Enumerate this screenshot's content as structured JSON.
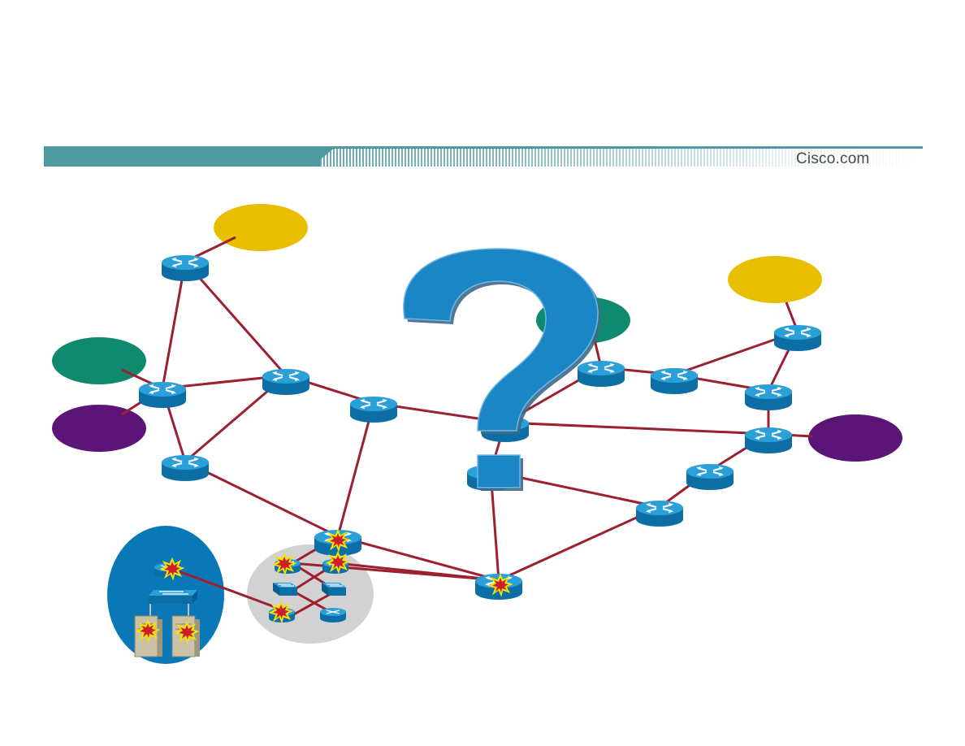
{
  "brand": {
    "text": "Cisco.com"
  },
  "colors": {
    "teal_band": "#4f9aa0",
    "link": "#9b2030",
    "router_blue": "#1c8ec9",
    "question_blue": "#1a86c6",
    "yellow_cloud": "#e8bf00",
    "green_cloud": "#0f8a6e",
    "purple_cloud": "#5b1577",
    "data_center_bg": "#0a78b6",
    "cluster_bg": "#d2d2d2",
    "attack_burst": "#cc1f2a"
  },
  "icons": {
    "router": "router-icon",
    "switch": "switch-icon",
    "server": "server-icon",
    "attack": "attack-burst-icon",
    "question": "question-mark-icon"
  },
  "nodes": [
    {
      "id": "r_top",
      "type": "router"
    },
    {
      "id": "r_left",
      "type": "router"
    },
    {
      "id": "r_center_left",
      "type": "router"
    },
    {
      "id": "r_bottom_left",
      "type": "router"
    },
    {
      "id": "r_mid",
      "type": "router"
    },
    {
      "id": "r_core",
      "type": "router"
    },
    {
      "id": "r_behind_q",
      "type": "router"
    },
    {
      "id": "r_green_right",
      "type": "router"
    },
    {
      "id": "r_right_mid",
      "type": "router"
    },
    {
      "id": "r_far_right_top",
      "type": "router"
    },
    {
      "id": "r_far_right_mid",
      "type": "router"
    },
    {
      "id": "r_far_right",
      "type": "router"
    },
    {
      "id": "r_right_low",
      "type": "router"
    },
    {
      "id": "r_right_bottom",
      "type": "router"
    },
    {
      "id": "r_cluster_top",
      "type": "router",
      "attacked": true
    },
    {
      "id": "r_bottom_center",
      "type": "router",
      "attacked": true
    }
  ]
}
